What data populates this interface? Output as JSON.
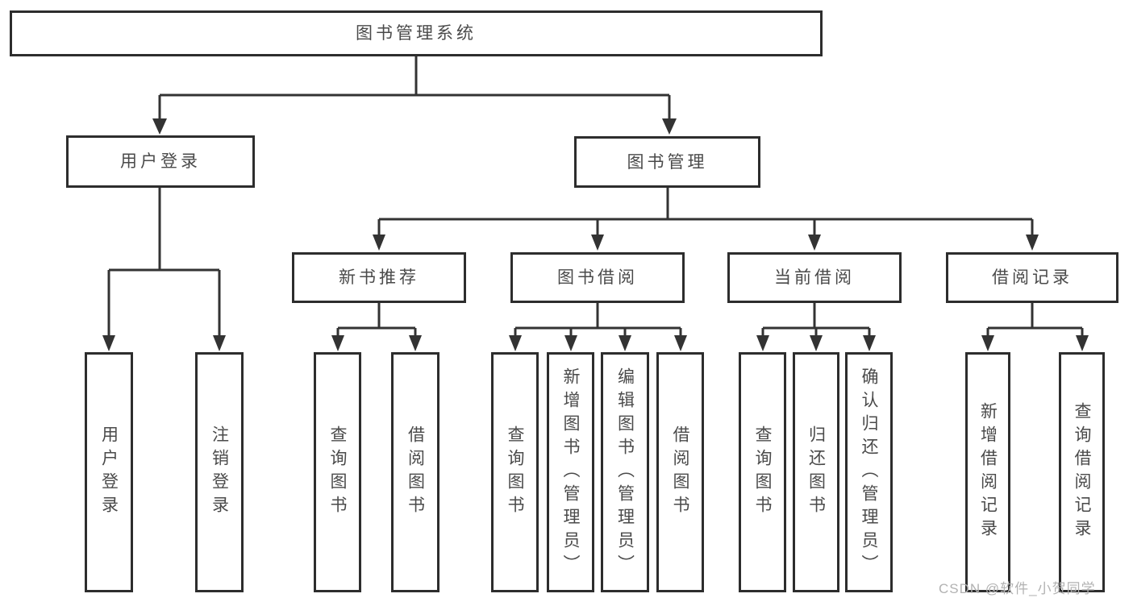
{
  "colors": {
    "background": "#ffffff",
    "box_border": "#2d2d2d",
    "connector_line": "#333333",
    "text": "#4a4a4a",
    "watermark": "#b2b2b2"
  },
  "watermark": {
    "text": "CSDN @软件_小贺同学"
  },
  "tree": {
    "root": {
      "label": "图书管理系统",
      "children": [
        {
          "label": "用户登录",
          "children": [
            {
              "label": "用户登录"
            },
            {
              "label": "注销登录"
            }
          ]
        },
        {
          "label": "图书管理",
          "children": [
            {
              "label": "新书推荐",
              "children": [
                {
                  "label": "查询图书"
                },
                {
                  "label": "借阅图书"
                }
              ]
            },
            {
              "label": "图书借阅",
              "children": [
                {
                  "label": "查询图书"
                },
                {
                  "label": "新增图书（管理员）"
                },
                {
                  "label": "编辑图书（管理员）"
                },
                {
                  "label": "借阅图书"
                }
              ]
            },
            {
              "label": "当前借阅",
              "children": [
                {
                  "label": "查询图书"
                },
                {
                  "label": "归还图书"
                },
                {
                  "label": "确认归还（管理员）"
                }
              ]
            },
            {
              "label": "借阅记录",
              "children": [
                {
                  "label": "新增借阅记录"
                },
                {
                  "label": "查询借阅记录"
                }
              ]
            }
          ]
        }
      ]
    }
  }
}
